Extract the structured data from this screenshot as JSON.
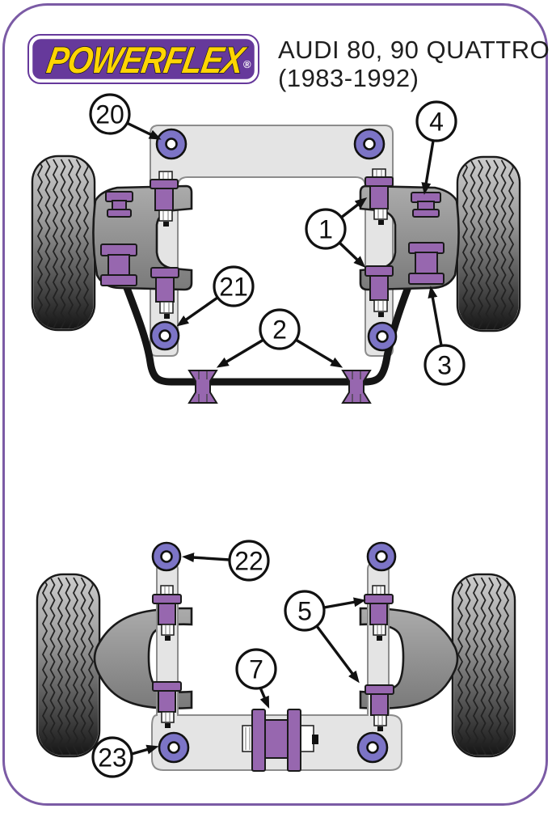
{
  "header": {
    "logo": {
      "brand": "POWERFLEX",
      "registered_mark": "®"
    },
    "title_line1": "AUDI 80, 90 QUATTRO",
    "title_line2": "(1983-1992)"
  },
  "colors": {
    "frame_border": "#7B5BA5",
    "logo_purple": "#66399B",
    "logo_yellow": "#FFD503",
    "bushing_purple": "#9767AF",
    "eye_violet": "#7C74C6"
  },
  "diagrams": {
    "front": {
      "callouts": [
        {
          "label": "20"
        },
        {
          "label": "4"
        },
        {
          "label": "1"
        },
        {
          "label": "21"
        },
        {
          "label": "2"
        },
        {
          "label": "3"
        }
      ]
    },
    "rear": {
      "callouts": [
        {
          "label": "22"
        },
        {
          "label": "5"
        },
        {
          "label": "7"
        },
        {
          "label": "23"
        }
      ]
    }
  }
}
